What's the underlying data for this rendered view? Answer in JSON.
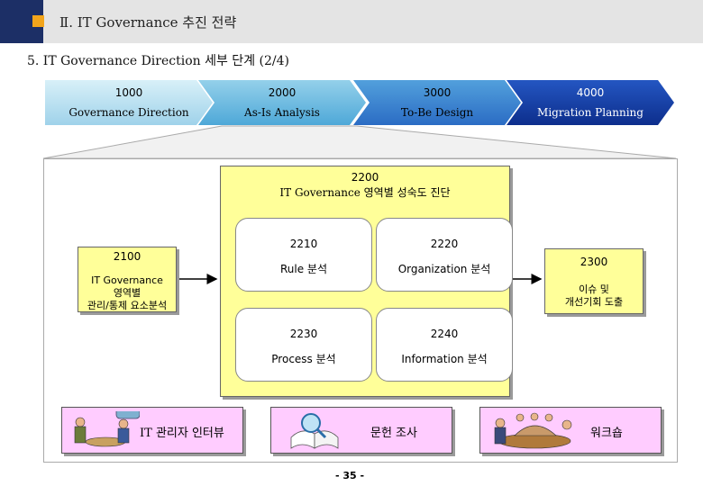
{
  "header": {
    "title": "Ⅱ. IT Governance 추진 전략"
  },
  "subtitle": "5. IT Governance Direction 세부 단계 (2/4)",
  "phases": [
    {
      "code": "1000",
      "name": "Governance Direction"
    },
    {
      "code": "2000",
      "name": "As-Is Analysis"
    },
    {
      "code": "3000",
      "name": "To-Be Design"
    },
    {
      "code": "4000",
      "name": "Migration Planning"
    }
  ],
  "center": {
    "code": "2200",
    "title": "IT Governance 영역별 성숙도 진단",
    "items": [
      {
        "code": "2210",
        "label": "Rule 분석"
      },
      {
        "code": "2220",
        "label": "Organization 분석"
      },
      {
        "code": "2230",
        "label": "Process 분석"
      },
      {
        "code": "2240",
        "label": "Information 분석"
      }
    ]
  },
  "left_box": {
    "code": "2100",
    "lines": [
      "IT Governance",
      "영역별",
      "관리/통제 요소분석"
    ]
  },
  "right_box": {
    "code": "2300",
    "lines": [
      "이슈 및",
      "개선기회 도출"
    ]
  },
  "bottom": [
    {
      "label": "IT 관리자 인터뷰",
      "icon": "interview-people-icon"
    },
    {
      "label": "문헌 조사",
      "icon": "document-search-icon"
    },
    {
      "label": "워크숍",
      "icon": "workshop-meeting-icon"
    }
  ],
  "colors": {
    "header_navy": "#1c2f66",
    "header_orange": "#f2a51c",
    "box_yellow": "#ffff99",
    "box_pink": "#ffccff"
  },
  "page_number": "- 35 -"
}
